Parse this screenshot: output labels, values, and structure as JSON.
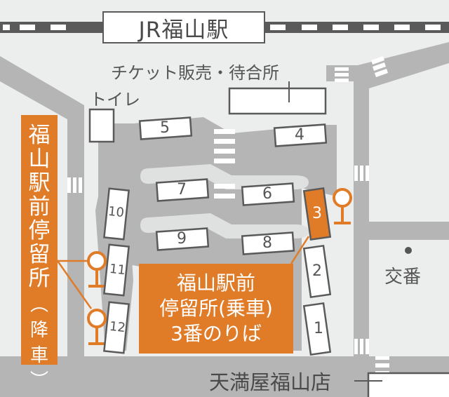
{
  "station": {
    "title": "JR福山駅"
  },
  "facilities": {
    "ticket_office": "チケット販売・待合所",
    "toilet": "トイレ",
    "koban": "交番",
    "department_store": "天満屋福山店"
  },
  "bus_stops": [
    {
      "number": "1",
      "highlighted": false
    },
    {
      "number": "2",
      "highlighted": false
    },
    {
      "number": "3",
      "highlighted": true
    },
    {
      "number": "4",
      "highlighted": false
    },
    {
      "number": "5",
      "highlighted": false
    },
    {
      "number": "6",
      "highlighted": false
    },
    {
      "number": "7",
      "highlighted": false
    },
    {
      "number": "8",
      "highlighted": false
    },
    {
      "number": "9",
      "highlighted": false
    },
    {
      "number": "10",
      "highlighted": false
    },
    {
      "number": "11",
      "highlighted": false
    },
    {
      "number": "12",
      "highlighted": false
    }
  ],
  "callouts": {
    "alighting": {
      "chars": [
        "福",
        "山",
        "駅",
        "前",
        "停",
        "留",
        "所"
      ],
      "paren_chars": [
        "︵",
        "降",
        "車",
        "︶"
      ]
    },
    "boarding": {
      "line1": "福山駅前",
      "line2": "停留所(乗車)",
      "line3": "3番のりば"
    }
  },
  "colors": {
    "accent": "#e07b28",
    "road": "#b5b5b5",
    "background": "#eceeed",
    "outline": "#5a5a5a",
    "text": "#555555"
  }
}
